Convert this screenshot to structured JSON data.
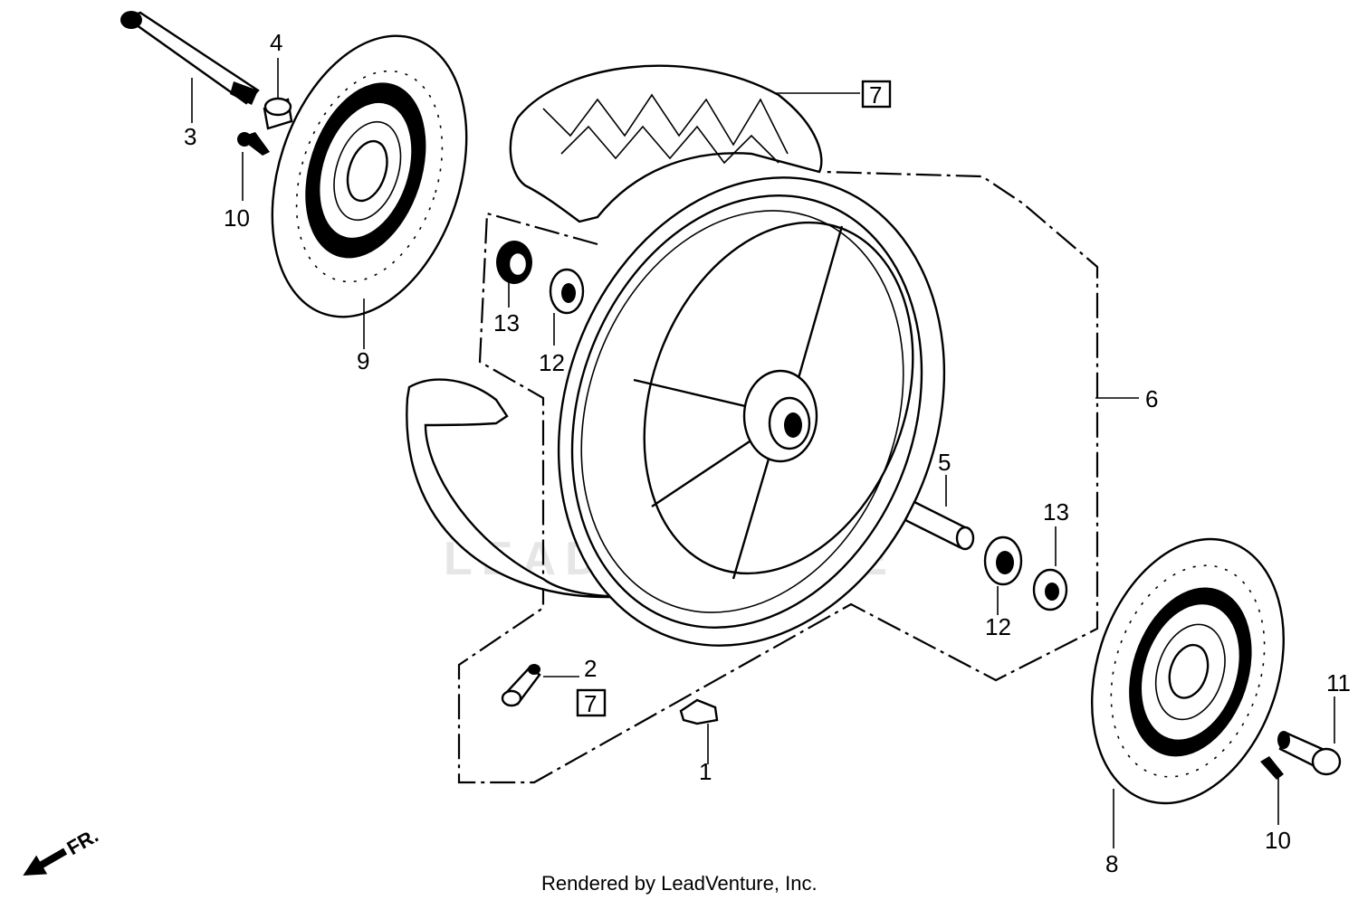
{
  "watermark": "LEADVENTURE",
  "credit": "Rendered by LeadVenture, Inc.",
  "direction_label": "FR.",
  "callouts": [
    {
      "id": "c1",
      "text": "1"
    },
    {
      "id": "c2",
      "text": "2"
    },
    {
      "id": "c3",
      "text": "3"
    },
    {
      "id": "c4",
      "text": "4"
    },
    {
      "id": "c5",
      "text": "5"
    },
    {
      "id": "c6",
      "text": "6"
    },
    {
      "id": "c7a",
      "text": "7",
      "boxed": true
    },
    {
      "id": "c7b",
      "text": "7",
      "boxed": true
    },
    {
      "id": "c8",
      "text": "8"
    },
    {
      "id": "c9",
      "text": "9"
    },
    {
      "id": "c10a",
      "text": "10"
    },
    {
      "id": "c10b",
      "text": "10"
    },
    {
      "id": "c11",
      "text": "11"
    },
    {
      "id": "c12a",
      "text": "12"
    },
    {
      "id": "c12b",
      "text": "12"
    },
    {
      "id": "c13a",
      "text": "13"
    },
    {
      "id": "c13b",
      "text": "13"
    }
  ]
}
